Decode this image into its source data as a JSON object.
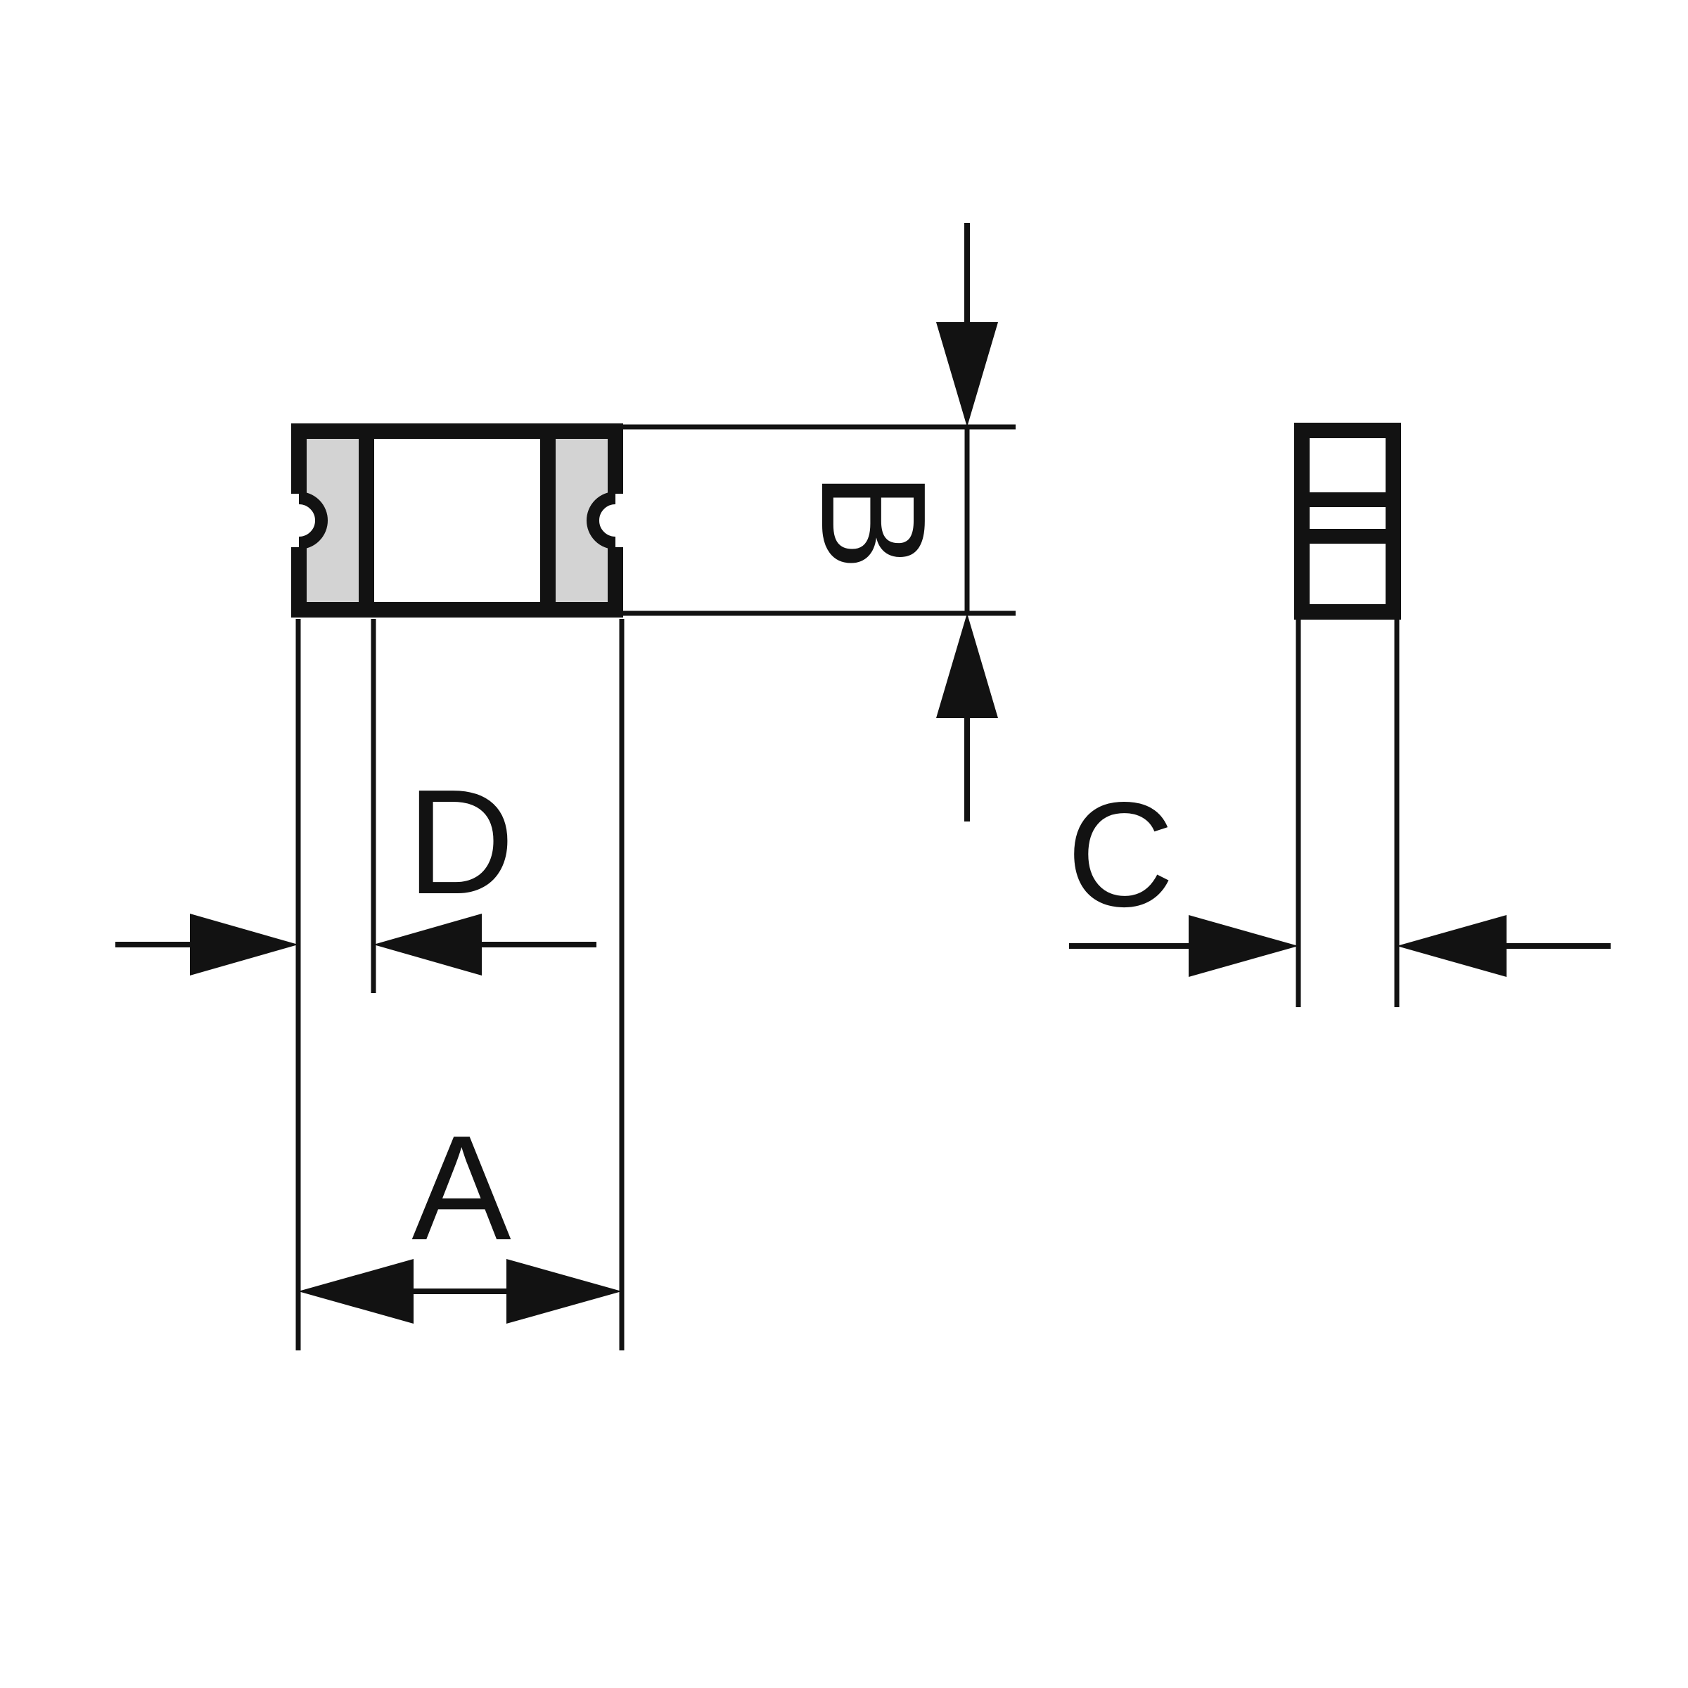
{
  "page": {
    "background": "#ffffff"
  },
  "diagram": {
    "kind": "component-dimension-drawing",
    "ink_color": "#121212",
    "terminal_fill": "#d3d3d3",
    "labels": {
      "a": "A",
      "b": "B",
      "c": "C",
      "d": "D"
    }
  }
}
